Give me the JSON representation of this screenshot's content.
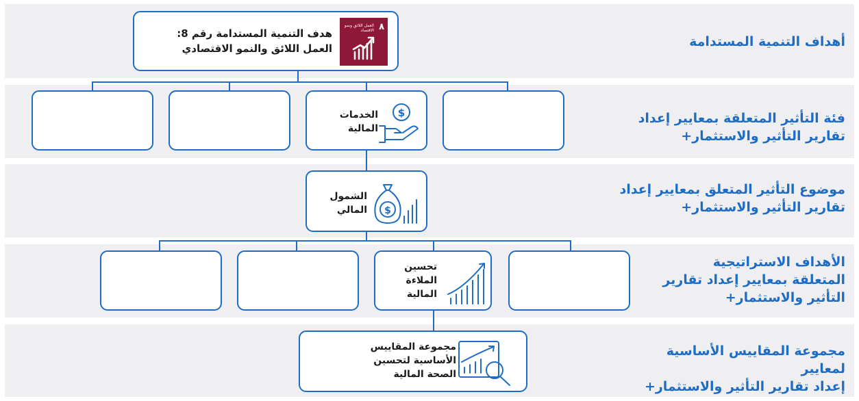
{
  "rows": {
    "sdg": "أهداف التنمية المستدامة",
    "impact_category": [
      "فئة التأثير المتعلقة بمعايير إعداد",
      "تقارير التأثير والاستثمار+"
    ],
    "impact_theme": [
      "موضوع التأثير المتعلق بمعايير إعداد",
      "تقارير التأثير والاستثمار+"
    ],
    "strategic_goals": [
      "الأهداف الاستراتيجية",
      "المتعلقة بمعايير إعداد تقارير",
      "التأثير والاستثمار+"
    ],
    "core_metrics": [
      "مجموعة المقاييس الأساسية لمعايير",
      "إعداد تقارير التأثير والاستثمار+"
    ]
  },
  "sdg_box": {
    "lines": [
      "هدف التنمية المستدامة رقم 8:",
      "العمل اللائق والنمو الاقتصادي"
    ],
    "tile_number": "٨",
    "tile_title": "العمل اللائق ونمو الاقتصاد"
  },
  "category_box": {
    "lines": [
      "الخدمات",
      "المالية"
    ]
  },
  "theme_box": {
    "lines": [
      "الشمول",
      "المالي"
    ]
  },
  "goal_box": {
    "lines": [
      "تحسين",
      "الملاءة",
      "المالية"
    ]
  },
  "metrics_box": {
    "lines": [
      "مجموعة المقاييس",
      "الأساسية لتحسين",
      "الصحة المالية"
    ]
  },
  "colors": {
    "accent": "#1f6cc4",
    "band": "#efeff1",
    "sdg_tile": "#8f1838"
  }
}
